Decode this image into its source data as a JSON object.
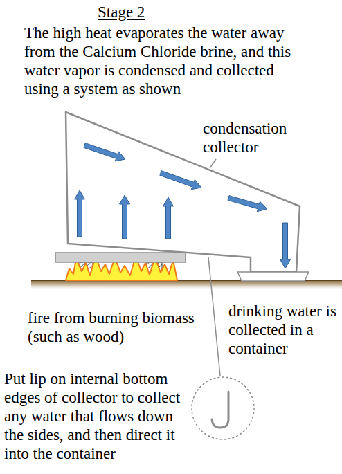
{
  "diagram": {
    "title": "Stage 2",
    "labels": [
      "The high heat evaporates the water away from the Calcium Chloride brine, and this water vapor is condensed and collected using a system as shown",
      "condensation collector",
      "fire from burning biomass (such as wood)",
      "drinking water is collected in a container",
      "Put lip on internal bottom edges of collector to collect any water that flows down the sides, and then direct it into the container"
    ]
  }
}
